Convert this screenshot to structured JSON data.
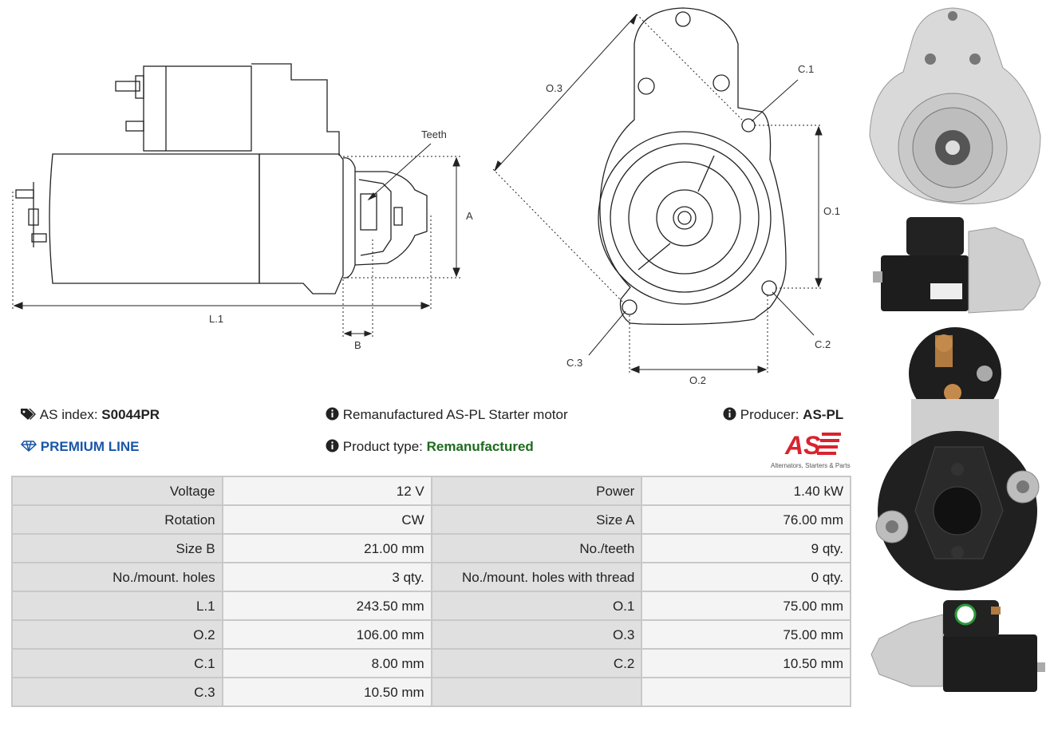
{
  "drawing": {
    "labels": {
      "teeth": "Teeth",
      "a": "A",
      "l1": "L.1",
      "b": "B",
      "o3": "O.3",
      "c1": "C.1",
      "o1": "O.1",
      "c2": "C.2",
      "c3": "C.3",
      "o2": "O.2"
    }
  },
  "info": {
    "index_label": "AS index:",
    "index_value": "S0044PR",
    "premium": "PREMIUM LINE",
    "description": "Remanufactured AS-PL Starter motor",
    "type_label": "Product type:",
    "type_value": "Remanufactured",
    "producer_label": "Producer:",
    "producer_value": "AS-PL",
    "logo_mark": "AS",
    "logo_caption": "Alternators, Starters & Parts"
  },
  "specs": {
    "rows": [
      {
        "l1": "Voltage",
        "v1": "12 V",
        "l2": "Power",
        "v2": "1.40 kW"
      },
      {
        "l1": "Rotation",
        "v1": "CW",
        "l2": "Size A",
        "v2": "76.00 mm"
      },
      {
        "l1": "Size B",
        "v1": "21.00 mm",
        "l2": "No./teeth",
        "v2": "9 qty."
      },
      {
        "l1": "No./mount. holes",
        "v1": "3 qty.",
        "l2": "No./mount. holes with thread",
        "v2": "0 qty."
      },
      {
        "l1": "L.1",
        "v1": "243.50 mm",
        "l2": "O.1",
        "v2": "75.00 mm"
      },
      {
        "l1": "O.2",
        "v1": "106.00 mm",
        "l2": "O.3",
        "v2": "75.00 mm"
      },
      {
        "l1": "C.1",
        "v1": "8.00 mm",
        "l2": "C.2",
        "v2": "10.50 mm"
      },
      {
        "l1": "C.3",
        "v1": "10.50 mm",
        "l2": "",
        "v2": ""
      }
    ]
  },
  "colors": {
    "premium": "#1a56a8",
    "remanufactured": "#1e6a1e",
    "logo_red": "#d9232e"
  }
}
